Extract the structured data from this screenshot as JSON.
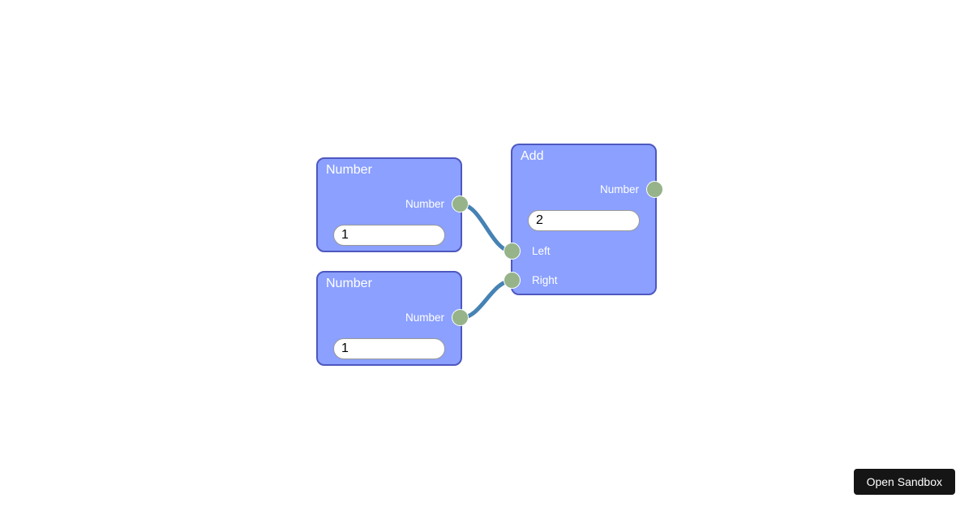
{
  "editor": {
    "nodes": [
      {
        "id": "number-1",
        "title": "Number",
        "outputs": [
          {
            "label": "Number"
          }
        ],
        "control": {
          "value": "1"
        }
      },
      {
        "id": "number-2",
        "title": "Number",
        "outputs": [
          {
            "label": "Number"
          }
        ],
        "control": {
          "value": "1"
        }
      },
      {
        "id": "add",
        "title": "Add",
        "outputs": [
          {
            "label": "Number"
          }
        ],
        "control": {
          "value": "2"
        },
        "inputs": [
          {
            "label": "Left"
          },
          {
            "label": "Right"
          }
        ]
      }
    ],
    "connections": [
      {
        "from": "number-1 / Number",
        "to": "add / Left"
      },
      {
        "from": "number-2 / Number",
        "to": "add / Right"
      }
    ],
    "colors": {
      "node_background": "rgba(110,136,255,0.8)",
      "node_border": "#4e58bf",
      "socket": "#96b38a",
      "socket_border": "#ffffff",
      "connection": "#4682b4",
      "input_border": "#999999",
      "canvas_background": "#ffffff"
    }
  },
  "sandbox_button": {
    "label": "Open Sandbox",
    "background": "#151515",
    "text_color": "#ffffff"
  }
}
